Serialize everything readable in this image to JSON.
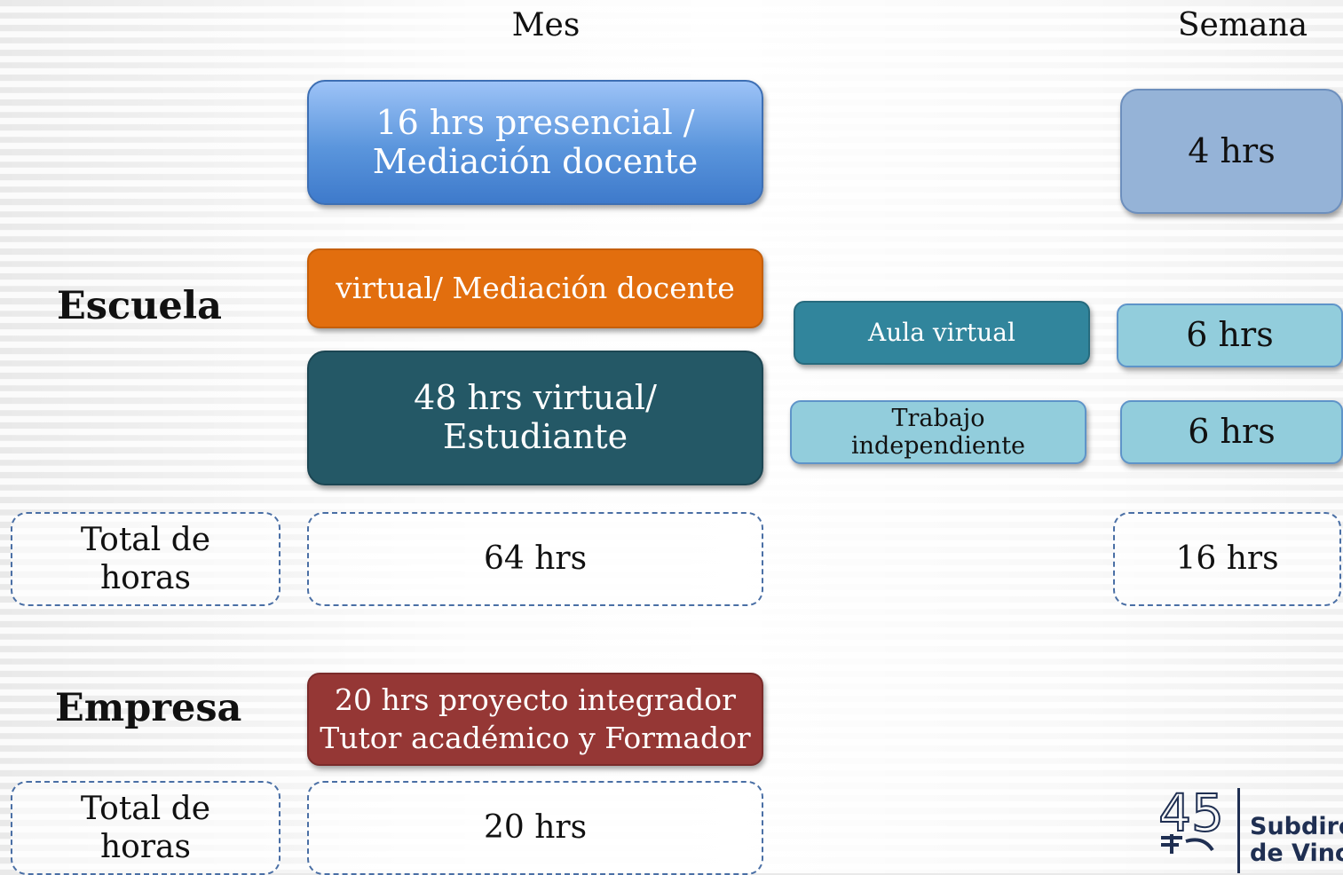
{
  "headers": {
    "month": "Mes",
    "week": "Semana"
  },
  "rows": {
    "school": "Escuela",
    "company": "Empresa"
  },
  "month": {
    "presencial": "16 hrs presencial / Mediación docente",
    "virtual_mediacion": "virtual/ Mediación docente",
    "virtual_estudiante": "48 hrs virtual/ Estudiante",
    "total_label": "Total de horas",
    "total_school": "64 hrs",
    "company_project": "20 hrs proyecto integrador Tutor académico y Formador",
    "total_company_label": "Total de horas",
    "total_company": "20 hrs"
  },
  "middle": {
    "aula_virtual": "Aula virtual",
    "trabajo_independiente": "Trabajo independiente"
  },
  "week": {
    "presencial": "4 hrs",
    "aula_virtual": "6 hrs",
    "trabajo_independiente": "6 hrs",
    "total": "16 hrs"
  },
  "logo": {
    "number": "45",
    "line1": "Subdirec",
    "line2": "de Vincu"
  },
  "colors": {
    "blue": "#5a95dc",
    "orange": "#e26e0e",
    "teal": "#245866",
    "red": "#953735",
    "steel": "#95b3d7",
    "aula": "#31859c",
    "light": "#92cddc",
    "dashed_border": "#4a6fa5"
  }
}
